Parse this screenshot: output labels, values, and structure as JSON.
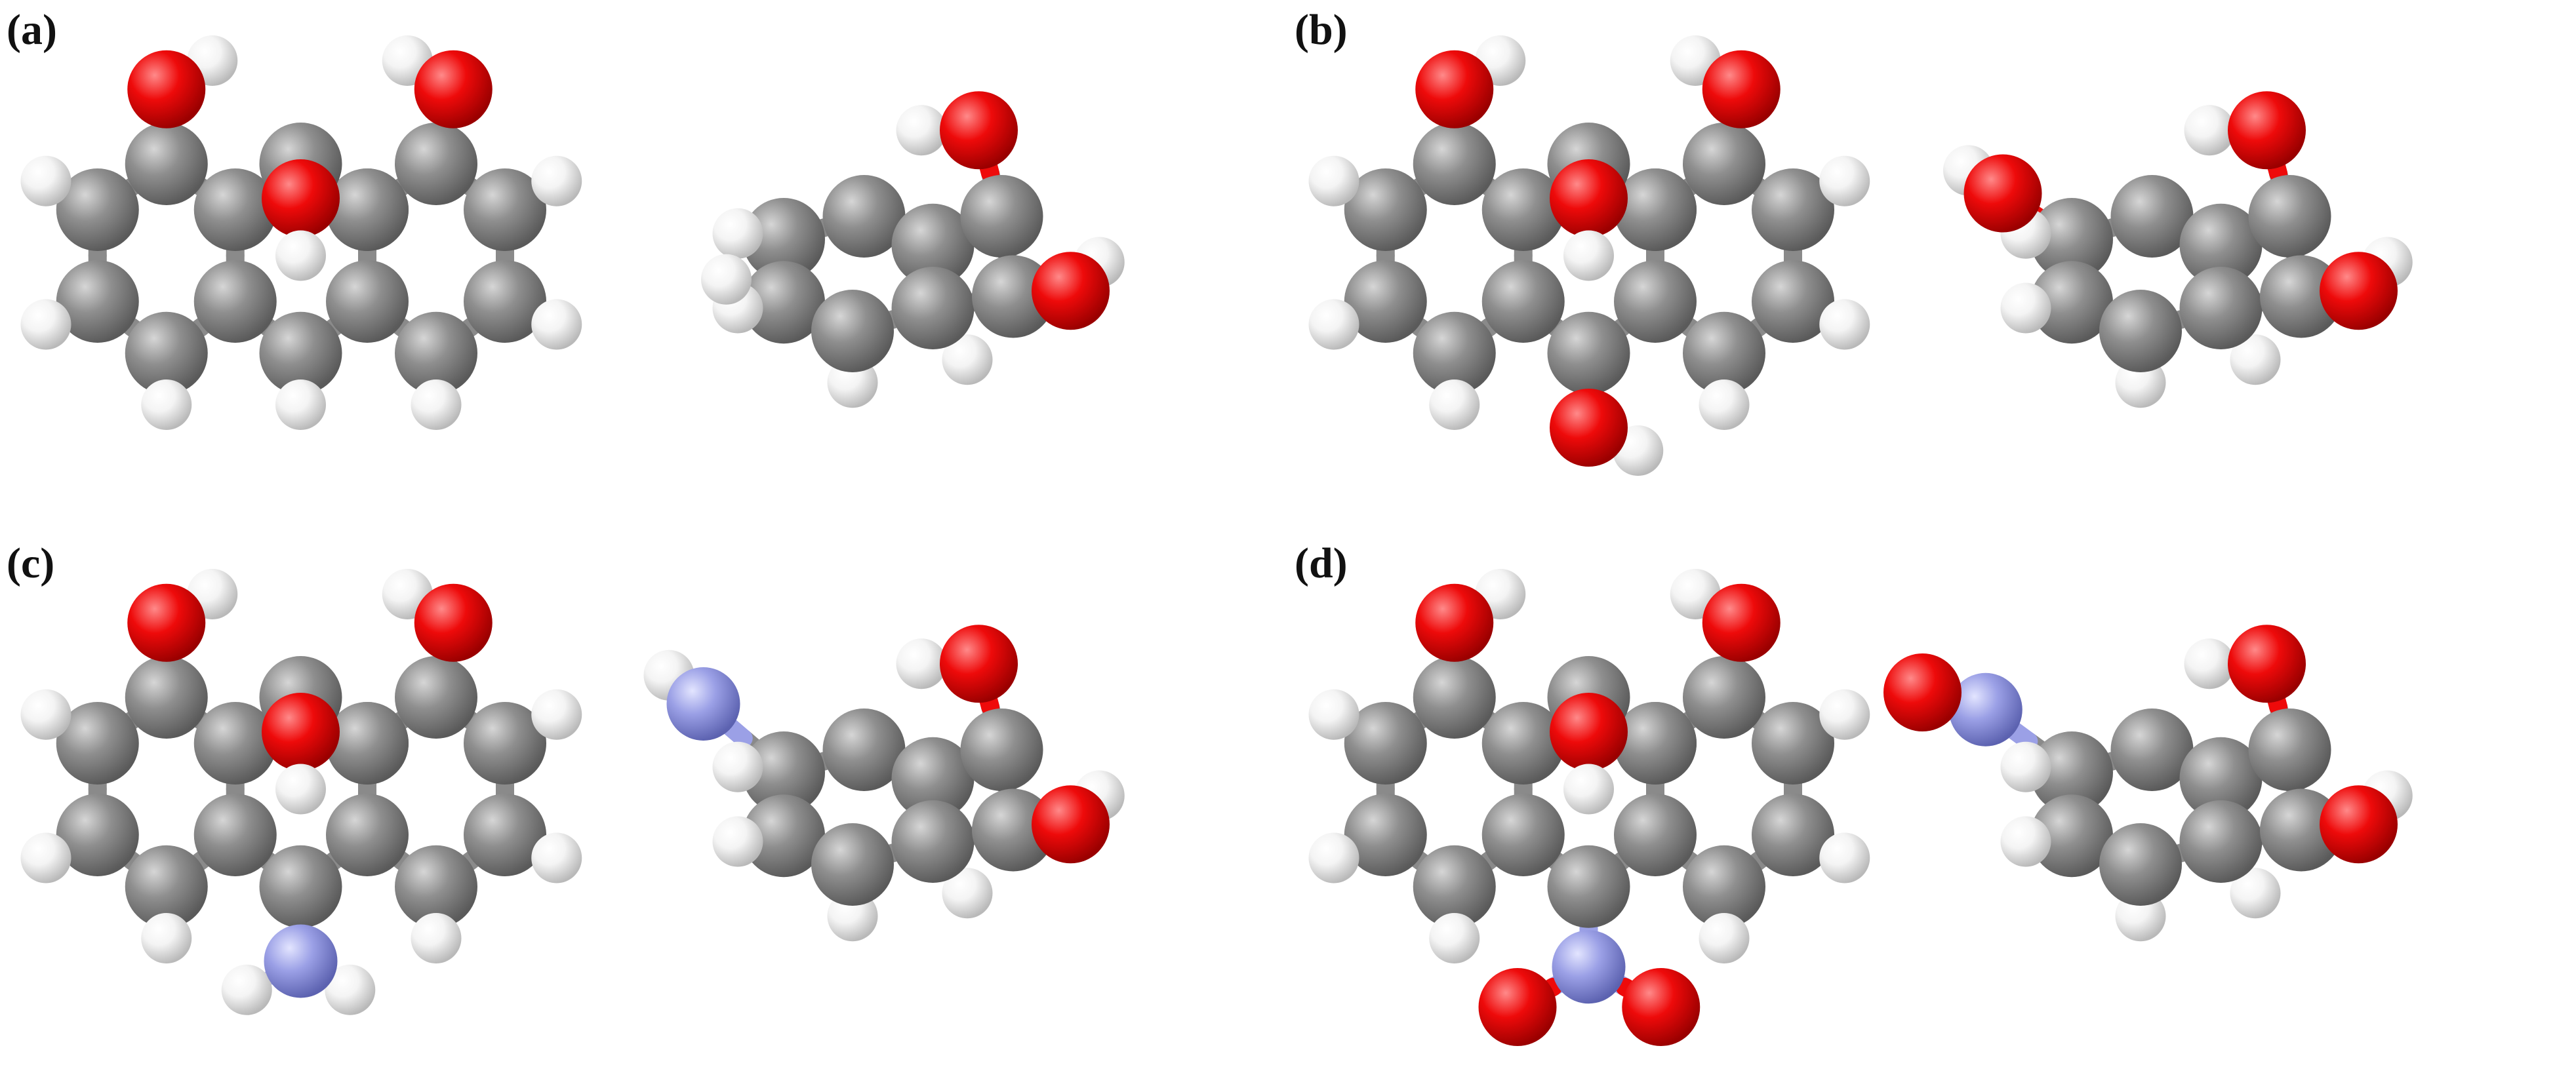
{
  "figure": {
    "panels": [
      {
        "label": "(a)",
        "variant": "a"
      },
      {
        "label": "(b)",
        "variant": "b"
      },
      {
        "label": "(c)",
        "variant": "c"
      },
      {
        "label": "(d)",
        "variant": "d"
      }
    ]
  },
  "colors": {
    "carbon": "#8f8f8f",
    "oxygen": "#ee0a0a",
    "hydrogen": "#f4f4f4",
    "nitrogen": "#9ba0e6",
    "bond": "#8a8a8a"
  }
}
